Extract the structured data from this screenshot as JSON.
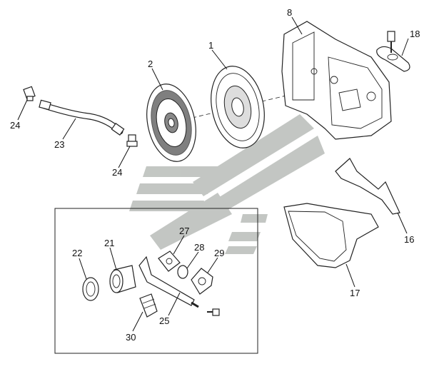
{
  "diagram": {
    "watermark_color": "#b9bdb9",
    "callouts": {
      "c1": "1",
      "c2": "2",
      "c8": "8",
      "c18": "18",
      "c24a": "24",
      "c23": "23",
      "c24b": "24",
      "c16": "16",
      "c17": "17",
      "c27": "27",
      "c28": "28",
      "c29": "29",
      "c22": "22",
      "c21": "21",
      "c25": "25",
      "c30": "30"
    }
  }
}
